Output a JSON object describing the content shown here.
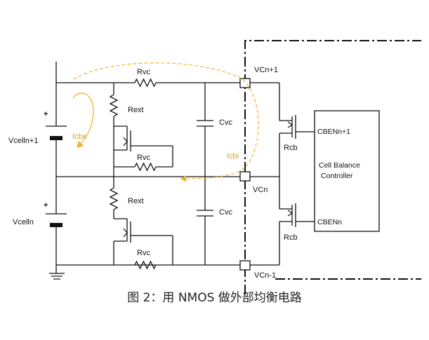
{
  "labels": {
    "rvc_top": "Rvc",
    "rext_top": "Rext",
    "rvc_mid": "Rvc",
    "rext_bottom": "Rext",
    "rvc_bottom": "Rvc",
    "cvc_top": "Cvc",
    "cvc_bottom": "Cvc",
    "vcell_top": "Vcelln+1",
    "vcell_bottom": "Vcelln",
    "plus": "+",
    "icbe": "Icbe",
    "icbi": "Icbi",
    "vcn_plus": "VCn+1",
    "vcn": "VCn",
    "vcn_minus": "VCn-1",
    "rcb_top": "Rcb",
    "rcb_bottom": "Rcb",
    "cben_top": "CBENn+1",
    "cben_bottom": "CBENn",
    "controller_line1": "Cell Balance",
    "controller_line2": "Controller"
  },
  "caption": "图 2：用 NMOS 做外部均衡电路",
  "colors": {
    "wire": "#111111",
    "current_path": "#f0b429"
  }
}
